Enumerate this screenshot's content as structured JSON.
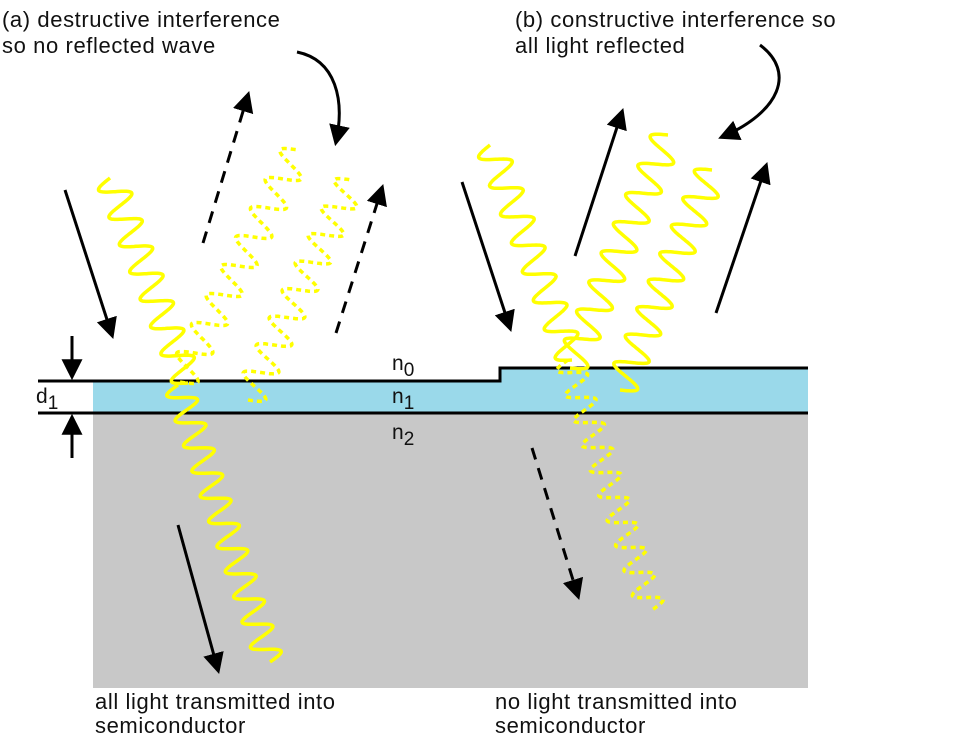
{
  "captions": {
    "a_line1": "(a) destructive interference",
    "a_line2": "so no reflected wave",
    "b_line1": "(b) constructive interference so",
    "b_line2": "all light reflected",
    "bottom_left_line1": "all light transmitted into",
    "bottom_left_line2": "semiconductor",
    "bottom_right_line1": "no light transmitted into",
    "bottom_right_line2": "semiconductor"
  },
  "symbols": {
    "n0_base": "n",
    "n0_sub": "0",
    "n1_base": "n",
    "n1_sub": "1",
    "n2_base": "n",
    "n2_sub": "2",
    "d1_base": "d",
    "d1_sub": "1"
  },
  "colors": {
    "semiconductor": "#c8c8c8",
    "coating": "#9ad9ea",
    "wave": "#ffff00",
    "arrow": "#000000"
  }
}
